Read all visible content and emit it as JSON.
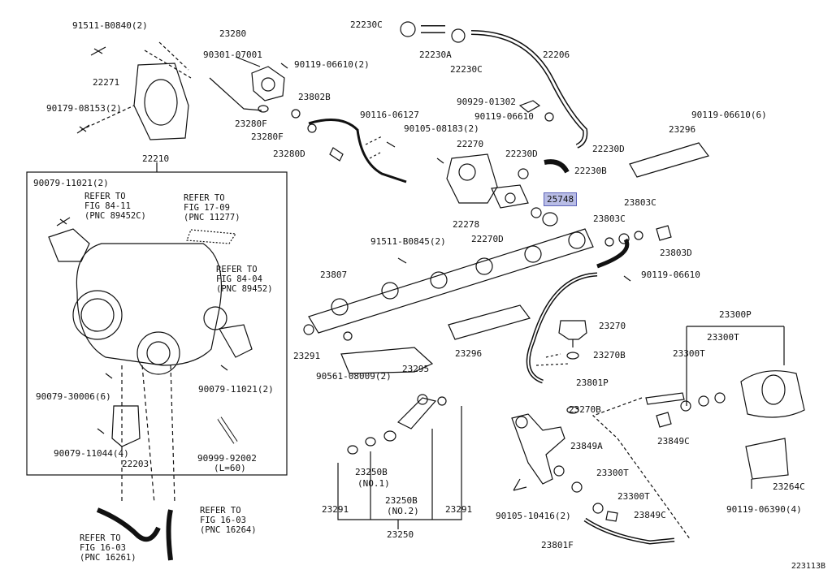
{
  "labels": [
    {
      "id": "91511-B0840-2",
      "text": "91511-B0840(2)"
    },
    {
      "id": "23280",
      "text": "23280"
    },
    {
      "id": "90301-07001",
      "text": "90301-07001"
    },
    {
      "id": "90119-06610-2",
      "text": "90119-06610(2)"
    },
    {
      "id": "22271",
      "text": "22271"
    },
    {
      "id": "90179-08153-2",
      "text": "90179-08153(2)"
    },
    {
      "id": "23802B",
      "text": "23802B"
    },
    {
      "id": "23280F-a",
      "text": "23280F"
    },
    {
      "id": "23280F-b",
      "text": "23280F"
    },
    {
      "id": "23280D",
      "text": "23280D"
    },
    {
      "id": "22210",
      "text": "22210"
    },
    {
      "id": "22230C",
      "text": "22230C"
    },
    {
      "id": "22230A",
      "text": "22230A"
    },
    {
      "id": "22230C-b",
      "text": "22230C"
    },
    {
      "id": "22206",
      "text": "22206"
    },
    {
      "id": "90929-01302",
      "text": "90929-01302"
    },
    {
      "id": "90119-06610-c",
      "text": "90119-06610"
    },
    {
      "id": "22230D-a",
      "text": "22230D"
    },
    {
      "id": "90116-06127",
      "text": "90116-06127"
    },
    {
      "id": "90105-08183-2",
      "text": "90105-08183(2)"
    },
    {
      "id": "22270",
      "text": "22270"
    },
    {
      "id": "22230D-b",
      "text": "22230D"
    },
    {
      "id": "22230B",
      "text": "22230B"
    },
    {
      "id": "22278",
      "text": "22278"
    },
    {
      "id": "22270D",
      "text": "22270D"
    },
    {
      "id": "90119-06610-6",
      "text": "90119-06610(6)"
    },
    {
      "id": "23296-a",
      "text": "23296"
    },
    {
      "id": "23803C-a",
      "text": "23803C"
    },
    {
      "id": "23803C-b",
      "text": "23803C"
    },
    {
      "id": "23803D",
      "text": "23803D"
    },
    {
      "id": "91511-B0845-2",
      "text": "91511-B0845(2)"
    },
    {
      "id": "90119-06610-d",
      "text": "90119-06610"
    },
    {
      "id": "23807",
      "text": "23807"
    },
    {
      "id": "23291-a",
      "text": "23291"
    },
    {
      "id": "90561-08009-2",
      "text": "90561-08009(2)"
    },
    {
      "id": "23295",
      "text": "23295"
    },
    {
      "id": "23296-b",
      "text": "23296"
    },
    {
      "id": "23270",
      "text": "23270"
    },
    {
      "id": "23270B-a",
      "text": "23270B"
    },
    {
      "id": "23801P",
      "text": "23801P"
    },
    {
      "id": "23270B-b",
      "text": "23270B"
    },
    {
      "id": "23300P",
      "text": "23300P"
    },
    {
      "id": "23300T-a",
      "text": "23300T"
    },
    {
      "id": "23300T-b",
      "text": "23300T"
    },
    {
      "id": "23849A",
      "text": "23849A"
    },
    {
      "id": "23849C-a",
      "text": "23849C"
    },
    {
      "id": "23300T-c",
      "text": "23300T"
    },
    {
      "id": "23300T-d",
      "text": "23300T"
    },
    {
      "id": "23849C-b",
      "text": "23849C"
    },
    {
      "id": "90105-10416-2",
      "text": "90105-10416(2)"
    },
    {
      "id": "23801F",
      "text": "23801F"
    },
    {
      "id": "23264C",
      "text": "23264C"
    },
    {
      "id": "90119-06390-4",
      "text": "90119-06390(4)"
    },
    {
      "id": "90079-11021-2a",
      "text": "90079-11021(2)"
    },
    {
      "id": "90079-30006-6",
      "text": "90079-30006(6)"
    },
    {
      "id": "90079-11021-2b",
      "text": "90079-11021(2)"
    },
    {
      "id": "90079-11044-4",
      "text": "90079-11044(4)"
    },
    {
      "id": "22203",
      "text": "22203"
    },
    {
      "id": "90999-92002",
      "text": "90999-92002"
    },
    {
      "id": "L60",
      "text": "(L=60)"
    },
    {
      "id": "23291-b",
      "text": "23291"
    },
    {
      "id": "23250B-1",
      "text": "23250B"
    },
    {
      "id": "NO1",
      "text": "(NO.1)"
    },
    {
      "id": "23250B-2",
      "text": "23250B"
    },
    {
      "id": "NO2",
      "text": "(NO.2)"
    },
    {
      "id": "23291-c",
      "text": "23291"
    },
    {
      "id": "23250",
      "text": "23250"
    }
  ],
  "highlight": {
    "text": "25748"
  },
  "refer_notes": [
    {
      "id": "ref-84-11",
      "lines": [
        "REFER TO",
        "FIG 84-11",
        "(PNC 89452C)"
      ]
    },
    {
      "id": "ref-17-09",
      "lines": [
        "REFER TO",
        "FIG 17-09",
        "(PNC 11277)"
      ]
    },
    {
      "id": "ref-84-04",
      "lines": [
        "REFER TO",
        "FIG 84-04",
        "(PNC 89452)"
      ]
    },
    {
      "id": "ref-16-03-a",
      "lines": [
        "REFER TO",
        "FIG 16-03",
        "(PNC 16261)"
      ]
    },
    {
      "id": "ref-16-03-b",
      "lines": [
        "REFER TO",
        "FIG 16-03",
        "(PNC 16264)"
      ]
    }
  ],
  "figure_id": "223113B",
  "colors": {
    "ink": "#111111",
    "highlight_fill": "#b9bde6",
    "highlight_border": "#5d63b8"
  }
}
